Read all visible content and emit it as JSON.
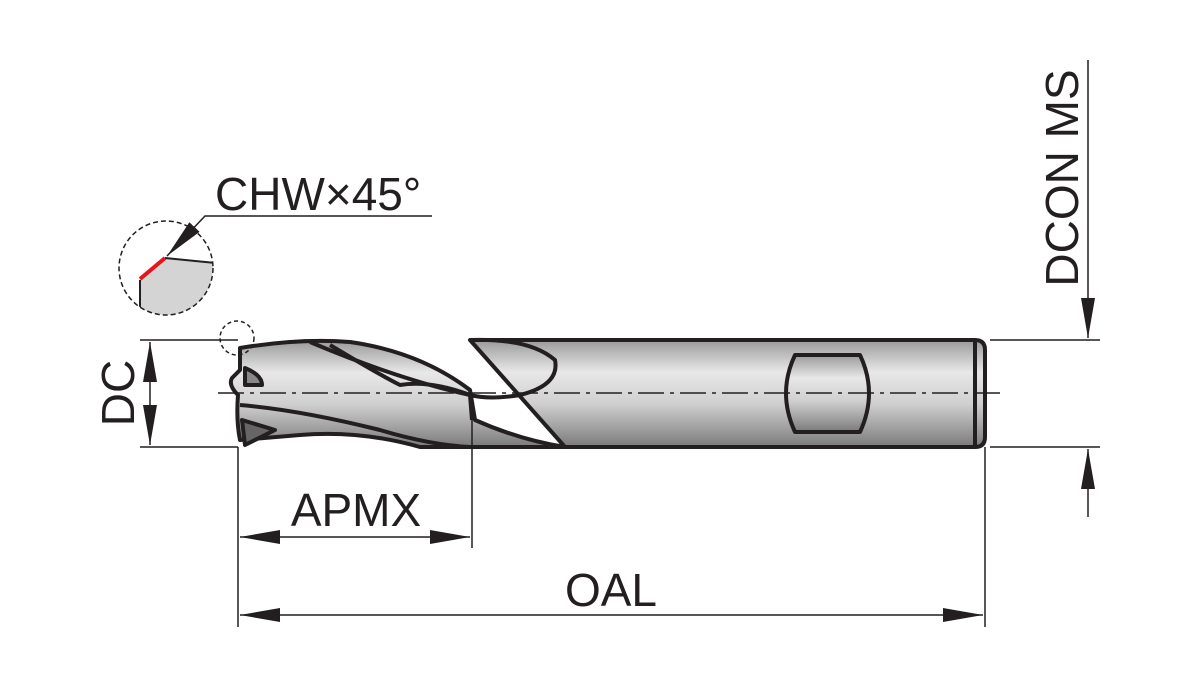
{
  "labels": {
    "chamfer": "CHW×45°",
    "cutting_diameter": "DC",
    "shank_diameter": "DCON MS",
    "cutting_length": "APMX",
    "overall_length": "OAL"
  },
  "colors": {
    "line": "#231f20",
    "chamfer_highlight": "#e8141b",
    "body_light": "#e6e6e6",
    "body_dark": "#8c8c8c"
  }
}
